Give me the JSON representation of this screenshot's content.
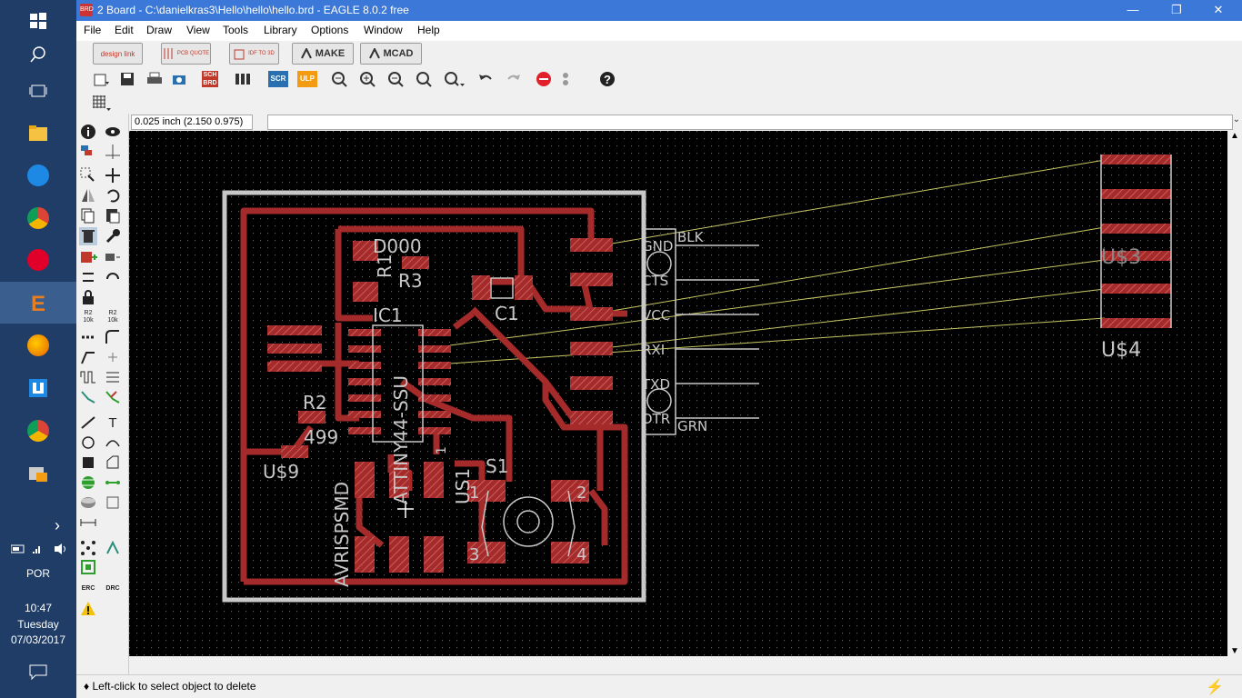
{
  "taskbar": {
    "language": "POR",
    "time": "10:47",
    "day": "Tuesday",
    "date": "07/03/2017"
  },
  "window": {
    "title": "2 Board - C:\\danielkras3\\Hello\\hello\\hello.brd - EAGLE 8.0.2 free",
    "minimize": "—",
    "restore": "❐",
    "close": "✕"
  },
  "menu": [
    "File",
    "Edit",
    "Draw",
    "View",
    "Tools",
    "Library",
    "Options",
    "Window",
    "Help"
  ],
  "fusion_buttons": {
    "design_link": "design link",
    "pcb_quote": "PCB QUOTE",
    "idf_to_3d": "IDF TO 3D",
    "make": "MAKE",
    "mcad": "MCAD"
  },
  "toolbar_text": {
    "sch": "SCH BRD",
    "scr": "SCR",
    "ulp": "ULP",
    "help": "?"
  },
  "palette_text": {
    "r2_a": "R2 10k",
    "r2_b": "R2 10k",
    "erc": "ERC",
    "drc": "DRC",
    "text_tool": "T"
  },
  "coord_value": "0.025 inch (2.150 0.975)",
  "board": {
    "labels": {
      "d000": "D000",
      "r1": "R1",
      "r3": "R3",
      "ic1": "IC1",
      "c1": "C1",
      "r2": "R2",
      "r2_val": "499",
      "us9": "U$9",
      "attiny": "ATTINY44-SSU",
      "us1": "US1",
      "s1": "S1",
      "avrisp": "AVRISPSMD",
      "ftdi_pin_no": "1",
      "pin_1_s1": "1",
      "pin_2_s1": "2",
      "pin_3_s1": "3",
      "pin_4_s1": "4"
    },
    "ftdi_pins": [
      "GND",
      "CTS",
      "VCC",
      "RXI",
      "TXD",
      "DTR"
    ],
    "ftdi_wires": [
      "BLK",
      "GRN"
    ],
    "offboard": {
      "us3": "U$3",
      "us4": "U$4"
    }
  },
  "status": {
    "text": "♦ Left-click to select object to delete",
    "bolt": "⚡"
  },
  "colors": {
    "board_bg": "#000000",
    "copper": "#a52a2a",
    "outline": "#c8c8c8",
    "airwire": "#c8c864",
    "silk": "#c8c8c8",
    "titlebar": "#3b78d8",
    "taskbar": "#1f3d66"
  }
}
